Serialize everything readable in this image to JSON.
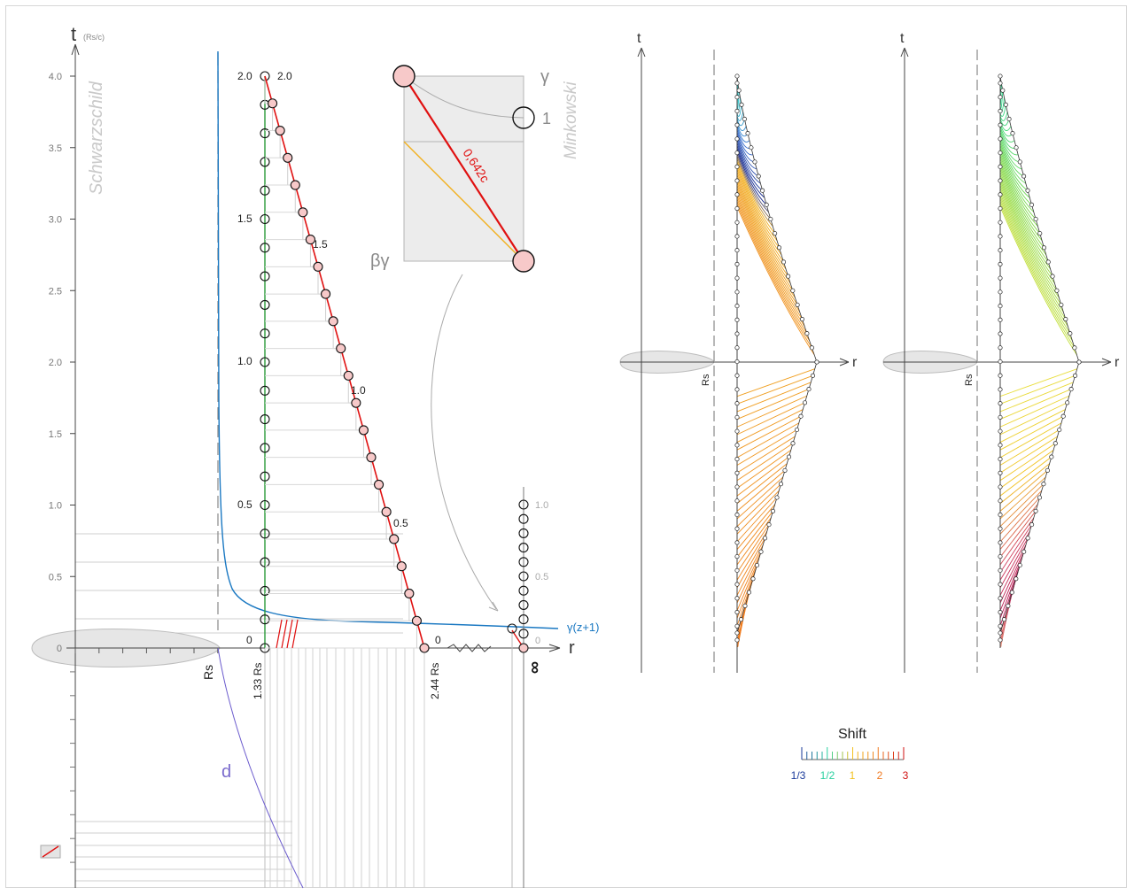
{
  "colors": {
    "axis": "#444444",
    "grid": "#c8c8c8",
    "red": "#e01010",
    "green": "#2a9a3a",
    "blue": "#1a78c2",
    "purple": "#6a5acd",
    "orange": "#f2b01e",
    "pale_text": "#c9c9c9",
    "dot_fill": "#f7c9c9"
  },
  "main_plot": {
    "t_axis_label": "t",
    "t_axis_unit": "(Rs/c)",
    "r_axis_label": "r",
    "vertical_label_left": "Schwarzschild",
    "t_ticks": [
      "4.0",
      "3.5",
      "3.0",
      "2.5",
      "2.0",
      "1.5",
      "1.0",
      "0.5",
      "0"
    ],
    "rs_label": "Rs",
    "r133_label": "1.33 Rs",
    "r244_label": "2.44 Rs",
    "infinity_label": "∞",
    "d_label": "d",
    "gamma_curve_label": "γ(z+1)",
    "green_line_labels": [
      "2.0",
      "1.5",
      "1.0",
      "0.5",
      "0"
    ],
    "red_line_labels": [
      "2.0",
      "1.5",
      "1.0",
      "0.5",
      "0"
    ],
    "far_labels": [
      "1.0",
      "0.5",
      "0"
    ]
  },
  "inset": {
    "gamma_label": "γ",
    "one_label": "1",
    "beta_gamma_label": "βγ",
    "speed_label": "0,642c",
    "vertical_label_right": "Minkowski"
  },
  "panel_left": {
    "t_label": "t",
    "r_label": "r",
    "rs_label": "Rs"
  },
  "panel_right": {
    "t_label": "t",
    "r_label": "r",
    "rs_label": "Rs"
  },
  "legend": {
    "title": "Shift",
    "labels": [
      "1/3",
      "1/2",
      "1",
      "2",
      "3"
    ],
    "label_colors": [
      "#1a3a9a",
      "#2ad0a0",
      "#f2c01e",
      "#f07a20",
      "#d01010"
    ]
  }
}
